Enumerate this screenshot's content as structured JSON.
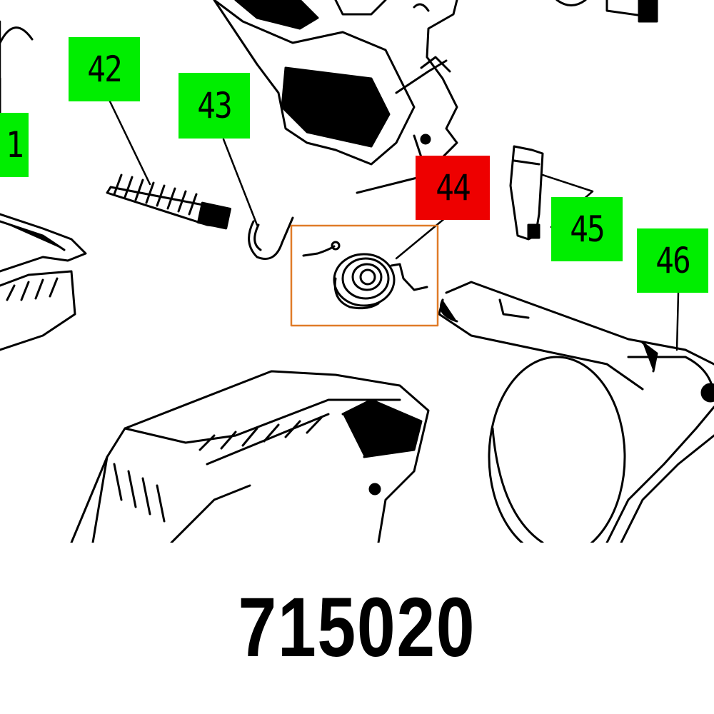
{
  "colors": {
    "callout_normal": "#00ee00",
    "callout_selected": "#ee0000",
    "highlight_box": "#e07b28",
    "line_art": "#000000",
    "background": "#ffffff"
  },
  "callouts": [
    {
      "id": "41",
      "label": "1",
      "selected": false
    },
    {
      "id": "42",
      "label": "42",
      "selected": false
    },
    {
      "id": "43",
      "label": "43",
      "selected": false
    },
    {
      "id": "44",
      "label": "44",
      "selected": true
    },
    {
      "id": "45",
      "label": "45",
      "selected": false
    },
    {
      "id": "46",
      "label": "46",
      "selected": false
    }
  ],
  "part_number": "715020"
}
